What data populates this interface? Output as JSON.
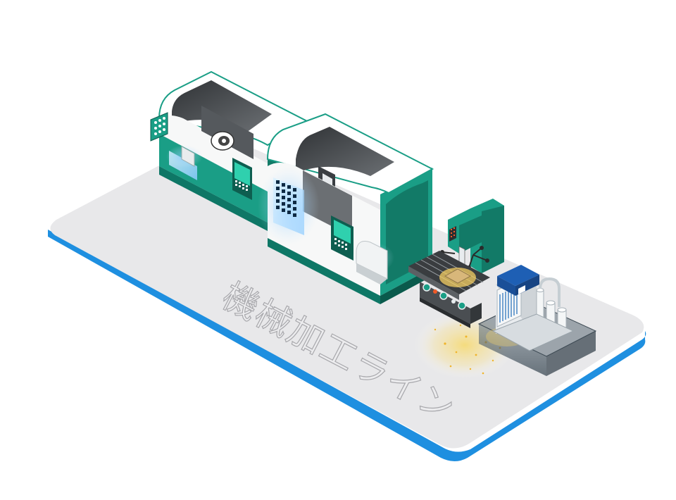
{
  "label": {
    "text": "機械加工ライン"
  },
  "colors": {
    "platform_top": "#e8e8ea",
    "platform_edge": "#1e8fe0",
    "machine_green": "#1a9e86",
    "machine_green_dark": "#127a67",
    "machine_white": "#f7f8f8",
    "glow_blue": "#a9d8ff",
    "chip_glow": "#f5d56a",
    "label_gray": "#a8a8ac"
  },
  "machines": [
    {
      "name": "cnc-lathe-1"
    },
    {
      "name": "cnc-lathe-2"
    },
    {
      "name": "milling-machine"
    },
    {
      "name": "coolant-tank-unit"
    }
  ]
}
